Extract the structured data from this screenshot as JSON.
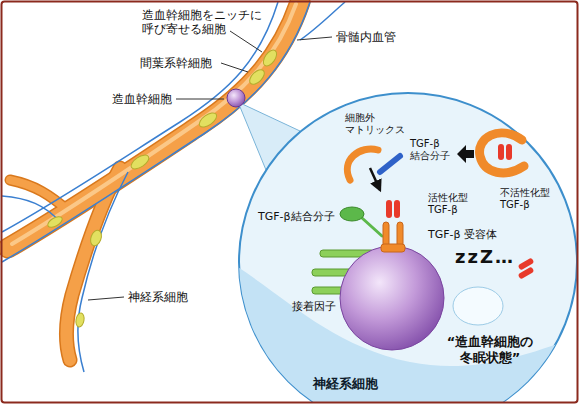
{
  "diagram": {
    "nodes": [
      {
        "text": [
          "神経系細胞"
        ]
      }
    ],
    "labels": [
      "造血幹細胞をニッチに 呼び寄せる細胞",
      "骨髄内血管",
      "間葉系幹細胞",
      "造血幹細胞",
      "細胞外 マトリックス",
      "TGF-β 結合分子",
      "不活性化型 TGF-β",
      "活性化型 TGF-β",
      "TGF-β結合分子",
      "TGF-β 受容体",
      "zzZ…",
      "接着因子",
      "“造血幹細胞の 冬眠状態”",
      "神経系細胞"
    ]
  }
}
